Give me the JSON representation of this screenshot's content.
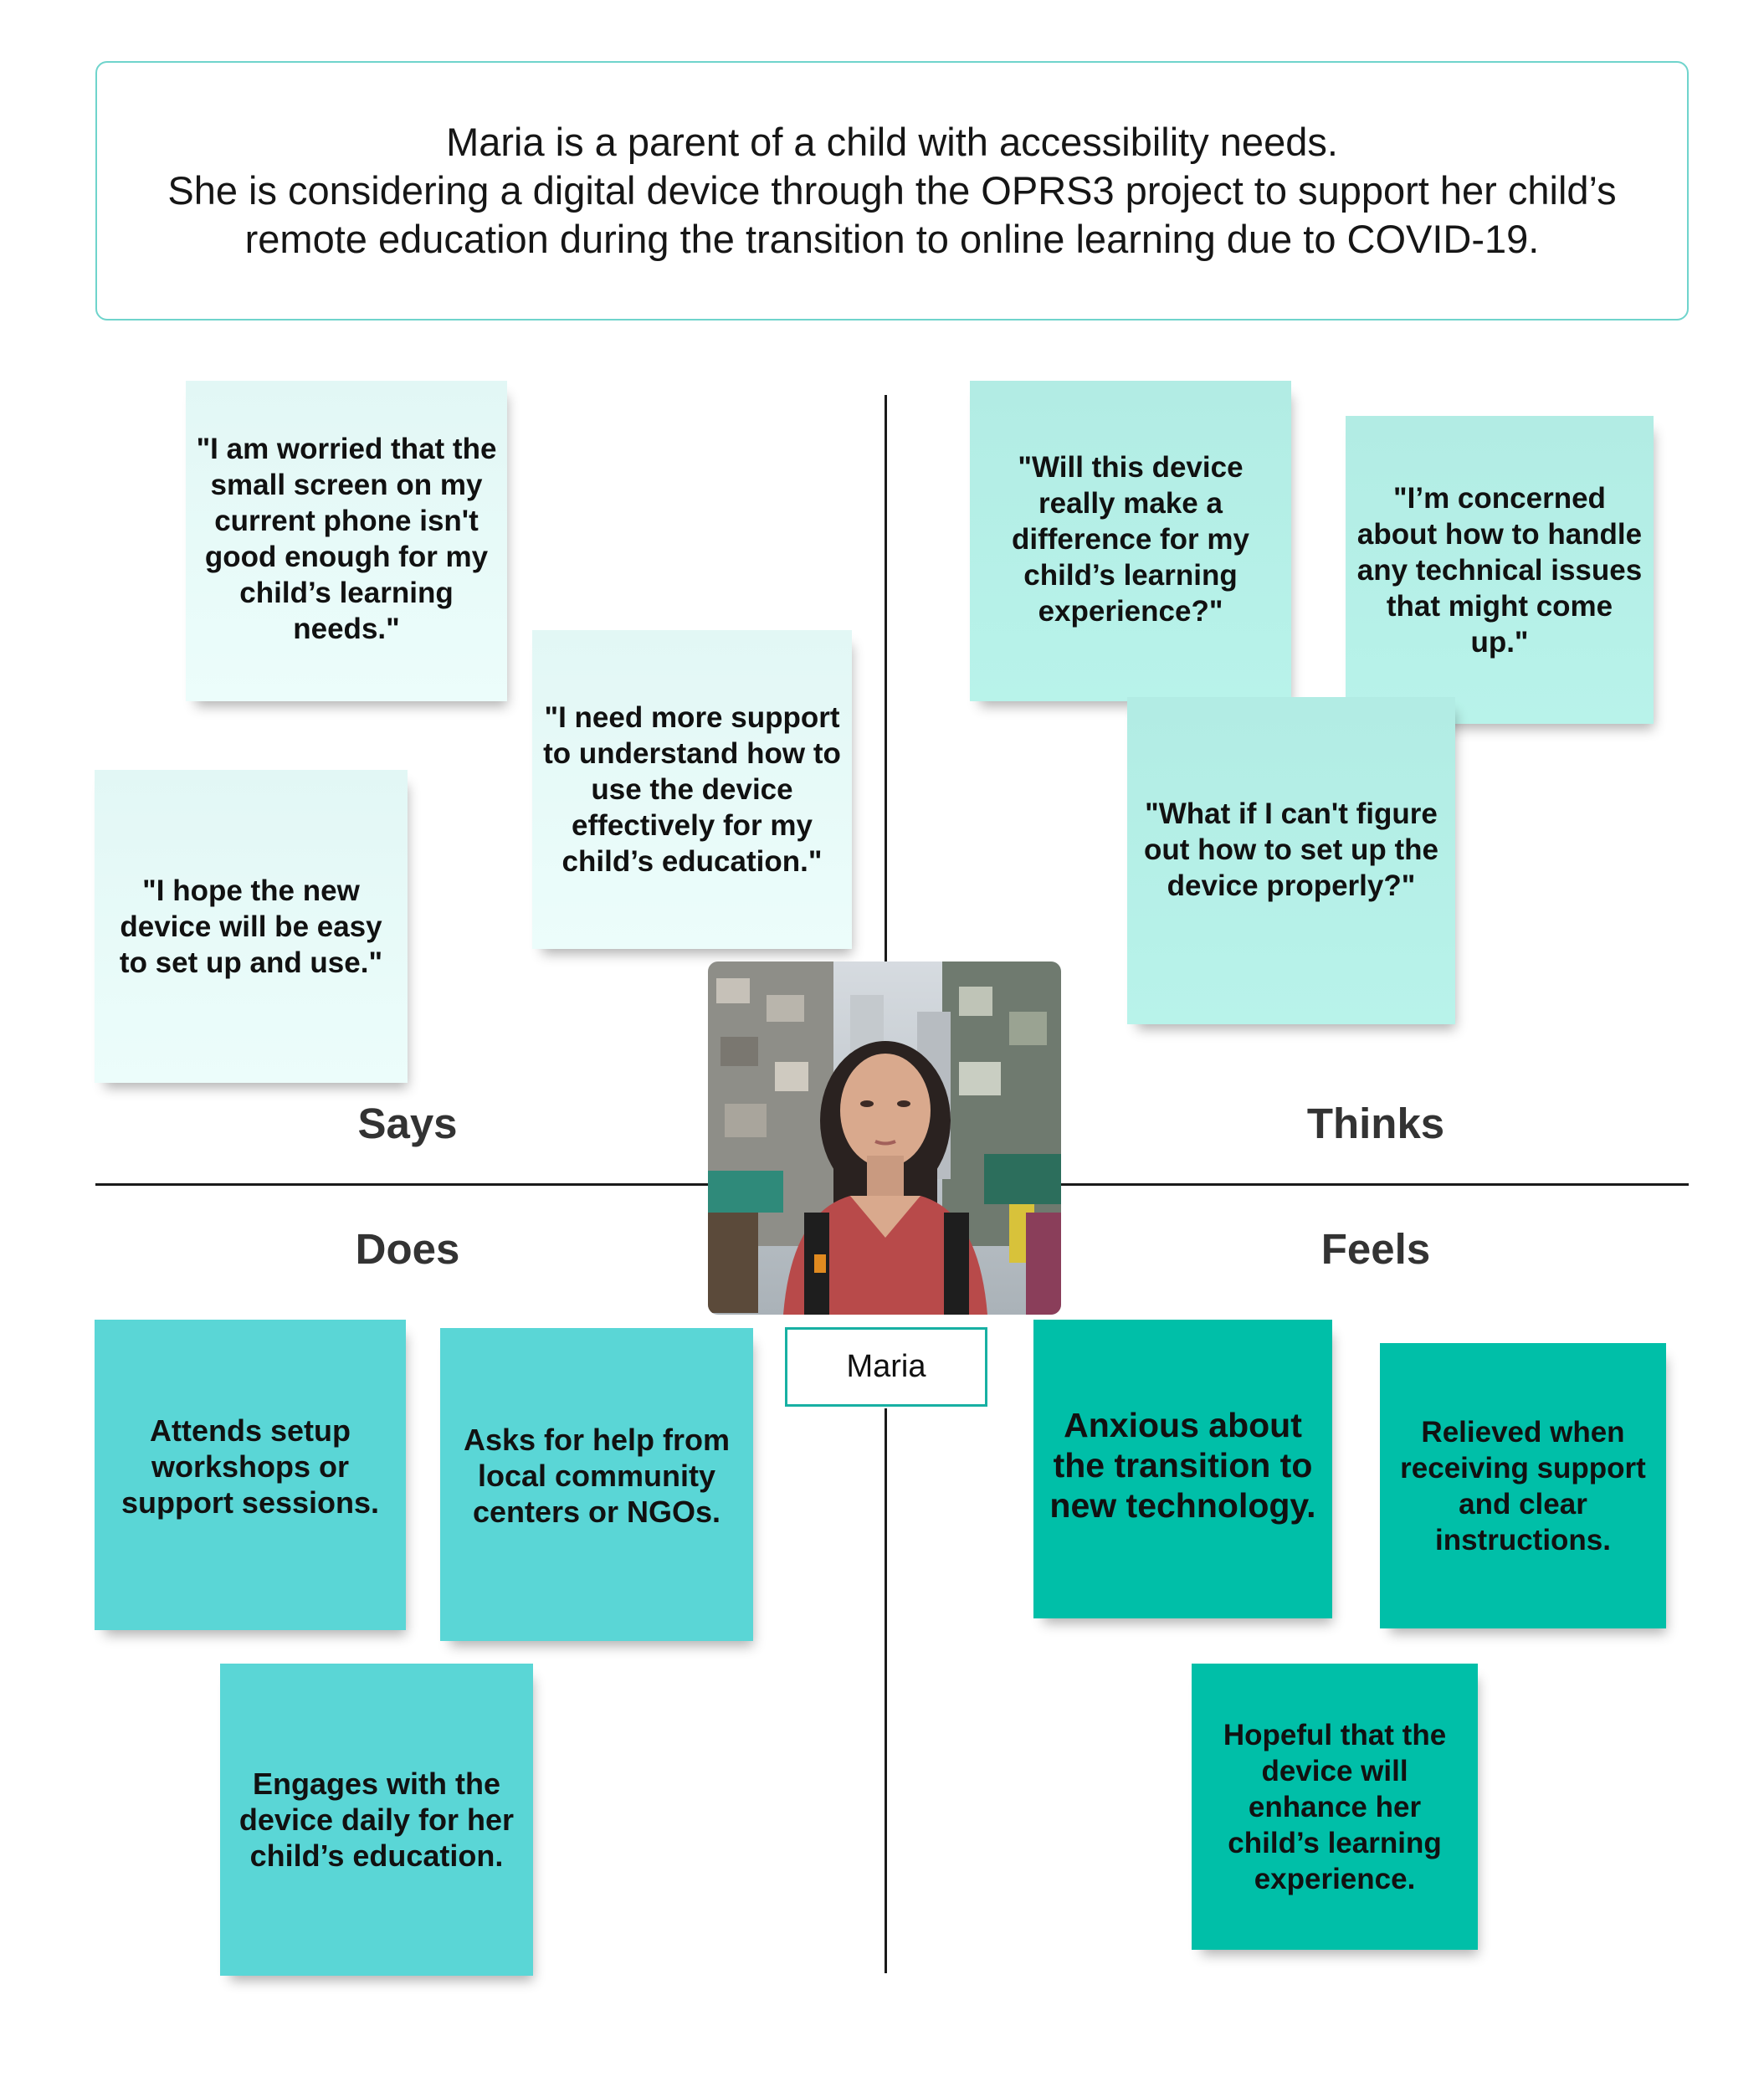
{
  "intro": {
    "line1": "Maria is a parent of a child with accessibility needs.",
    "line2": "She is considering a digital device through the OPRS3 project to support her child’s",
    "line3": "remote education during the transition to online learning due to COVID-19."
  },
  "quadrants": {
    "says": "Says",
    "thinks": "Thinks",
    "does": "Does",
    "feels": "Feels"
  },
  "persona": {
    "name": "Maria"
  },
  "says_notes": [
    "\"I am worried that the small screen on my current phone isn't good enough for my child’s learning needs.\"",
    "\"I need more support to understand how to use the device effectively for my child’s education.\"",
    "\"I hope the new device will be easy to set up and use.\""
  ],
  "thinks_notes": [
    "\"Will this device really make a difference for my child’s learning experience?\"",
    "\"I’m concerned about how to handle any technical issues that might come up.\"",
    "\"What if I can't figure out how to set up the device properly?\""
  ],
  "does_notes": [
    "Attends setup workshops or support sessions.",
    "Asks for help from local community centers or NGOs.",
    "Engages with the device daily for her child’s education."
  ],
  "feels_notes": [
    "Anxious about the transition to new technology.",
    "Relieved when receiving support and clear instructions.",
    "Hopeful that the device will enhance her child’s learning experience."
  ],
  "colors": {
    "intro_border": "#6fd4cc",
    "says_note": "#e8fbf9",
    "thinks_note": "#b4efe6",
    "does_note": "#5ad6d6",
    "feels_note": "#00bfa8",
    "name_border": "#17b0a3"
  }
}
